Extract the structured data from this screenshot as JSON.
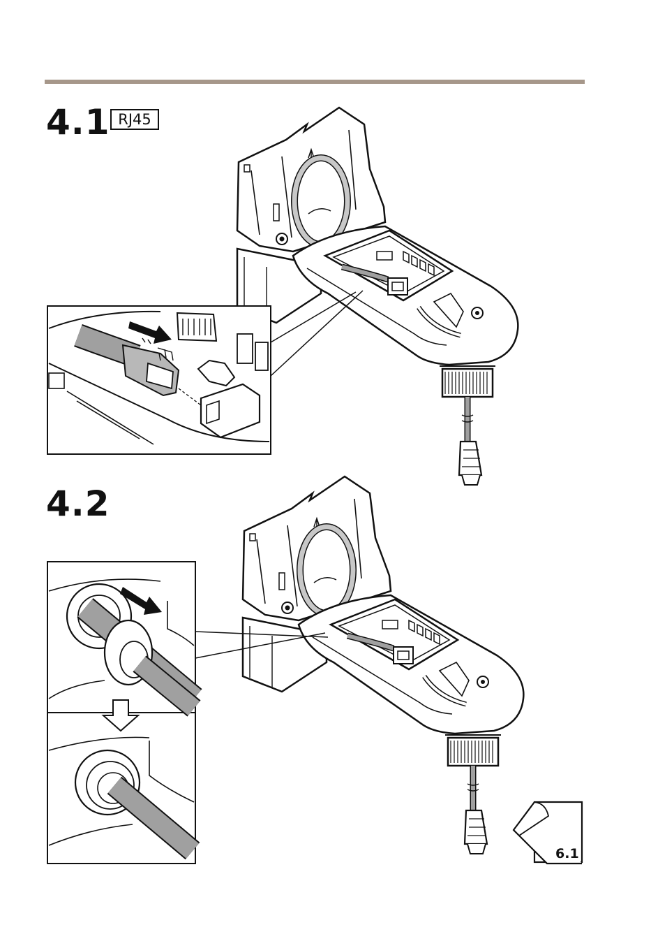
{
  "steps": [
    {
      "number": "4.1",
      "connector_label": "RJ45"
    },
    {
      "number": "4.2"
    }
  ],
  "page_reference": "6.1",
  "colors": {
    "rule": "#a6978a",
    "line": "#111111",
    "cable": "#a0a0a0",
    "cable_light": "#c8c8c8"
  },
  "icons": [
    "push-arrow-icon",
    "down-arrow-icon",
    "page-reference-icon"
  ]
}
